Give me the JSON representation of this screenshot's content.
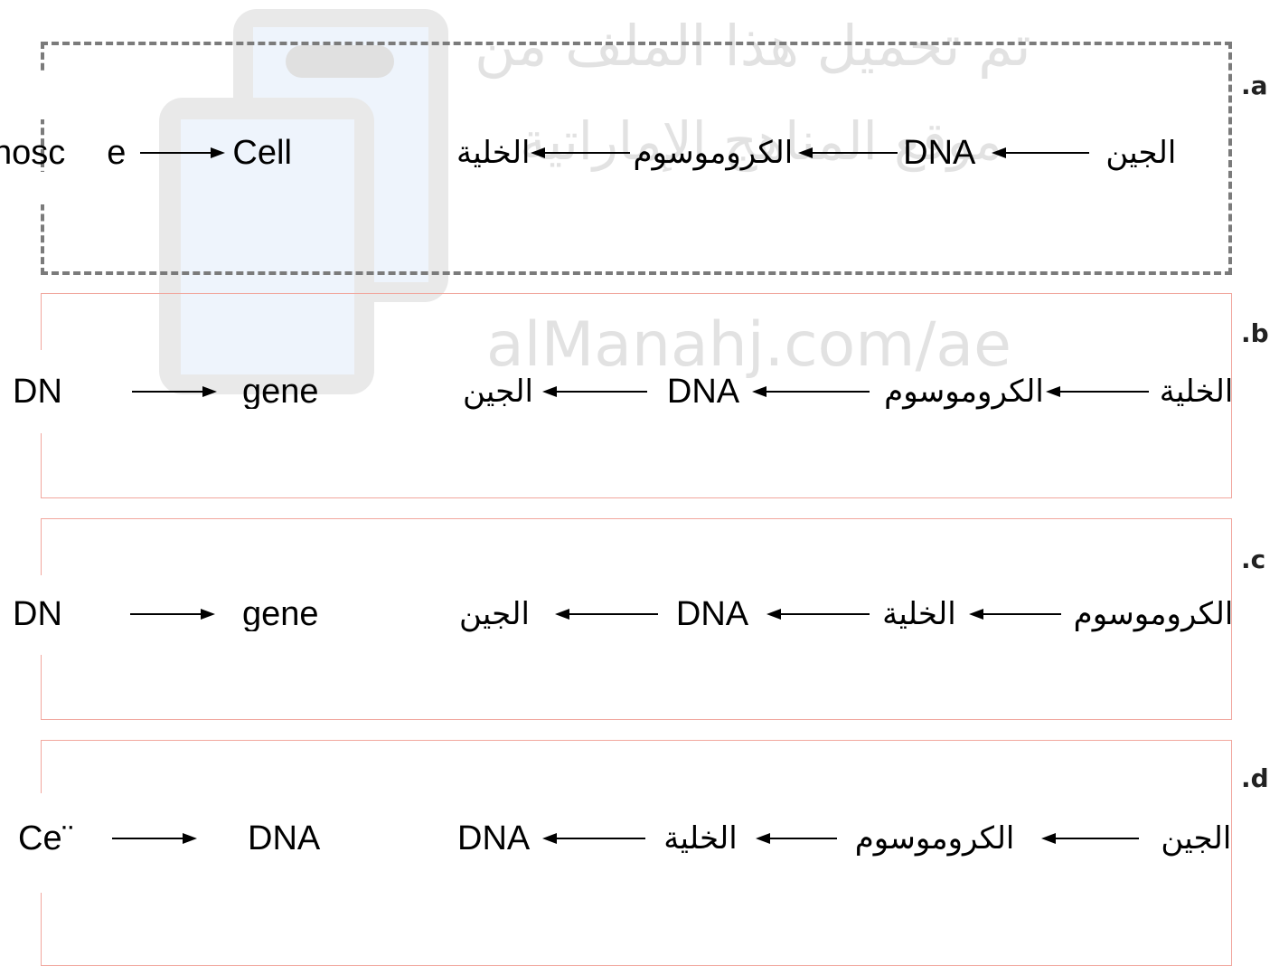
{
  "watermark": {
    "line1": "تم تحميل هذا الملف من",
    "line2": "موقع المناهج الإماراتية",
    "url": "alManahj.com/ae"
  },
  "options": [
    {
      "label": ".a",
      "selected": true,
      "arabic_chain": [
        "الجين",
        "DNA",
        "الكروموسوم",
        "الخلية"
      ],
      "english_chain": [
        "nosc",
        "e",
        "Cell"
      ]
    },
    {
      "label": ".b",
      "selected": false,
      "arabic_chain": [
        "الخلية",
        "الكروموسوم",
        "DNA",
        "الجين"
      ],
      "english_chain": [
        "DN",
        "gene"
      ]
    },
    {
      "label": ".c",
      "selected": false,
      "arabic_chain": [
        "الكروموسوم",
        "الخلية",
        "DNA",
        "الجين"
      ],
      "english_chain": [
        "DN",
        "gene"
      ]
    },
    {
      "label": ".d",
      "selected": false,
      "arabic_chain": [
        "الجين",
        "الكروموسوم",
        "الخلية",
        "DNA"
      ],
      "english_chain": [
        "Ce¨",
        "DNA"
      ]
    }
  ]
}
